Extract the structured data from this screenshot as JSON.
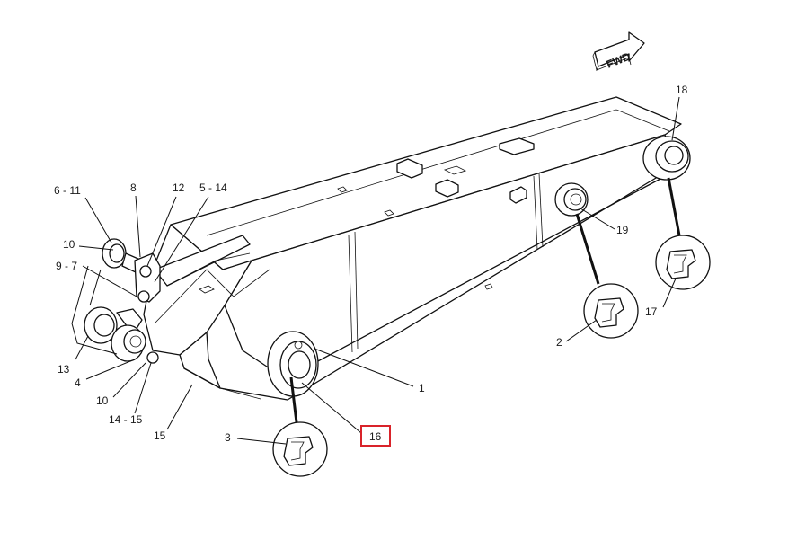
{
  "direction_arrow": {
    "label": "FWD"
  },
  "callouts": {
    "c1": "1",
    "c2": "2",
    "c3": "3",
    "c4": "4",
    "c5_14": "5 - 14",
    "c6_11": "6 - 11",
    "c8": "8",
    "c9_7": "9 - 7",
    "c10_top": "10",
    "c10_bottom": "10",
    "c12": "12",
    "c13": "13",
    "c14_15": "14 - 15",
    "c15": "15",
    "c16": "16",
    "c17": "17",
    "c18": "18",
    "c19": "19"
  },
  "highlight": {
    "callout": "16",
    "color": "#d9232a"
  }
}
